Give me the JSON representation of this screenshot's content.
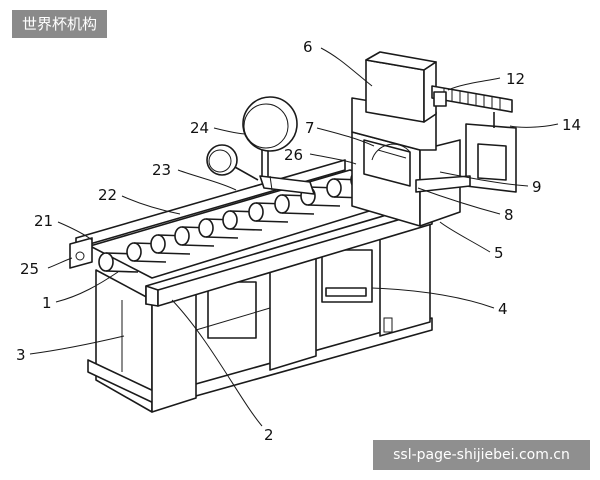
{
  "watermark_top": "世界杯机构",
  "watermark_bottom": "ssl-page-shijiebei.com.cn",
  "labels": {
    "l1": "1",
    "l2": "2",
    "l3": "3",
    "l4": "4",
    "l5": "5",
    "l6": "6",
    "l7": "7",
    "l8": "8",
    "l9": "9",
    "l12": "12",
    "l14": "14",
    "l21": "21",
    "l22": "22",
    "l23": "23",
    "l24": "24",
    "l25": "25",
    "l26": "26"
  }
}
